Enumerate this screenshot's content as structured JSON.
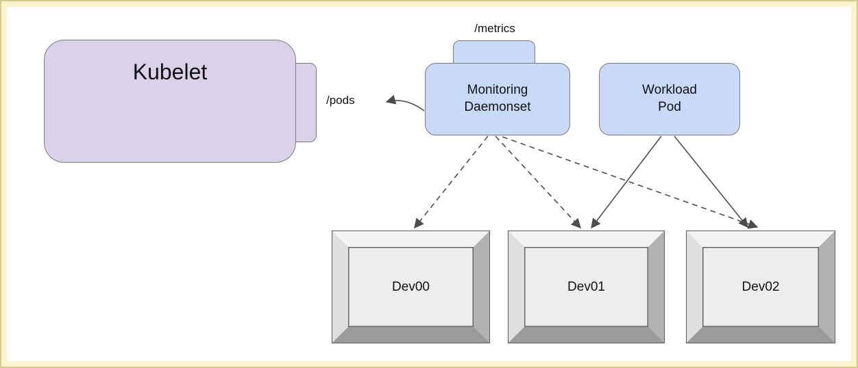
{
  "colors": {
    "frame_fill": "#fcf3cf",
    "frame_border": "#d5c98f",
    "canvas_fill": "#ffffff",
    "kubelet_fill": "#d9d2e9",
    "pod_fill": "#c9daf8",
    "node_border": "#7b7b7b",
    "arrow_color": "#4d4d4d",
    "device_face_fill": "#ededed"
  },
  "nodes": {
    "kubelet": {
      "label": "Kubelet"
    },
    "monitoring_daemonset": {
      "label": "Monitoring\nDaemonset"
    },
    "workload_pod": {
      "label": "Workload\nPod"
    },
    "dev00": {
      "label": "Dev00"
    },
    "dev01": {
      "label": "Dev01"
    },
    "dev02": {
      "label": "Dev02"
    }
  },
  "labels": {
    "metrics_endpoint": "/metrics",
    "pods_endpoint": "/pods"
  },
  "edges": [
    {
      "from": "monitoring_daemonset",
      "to": "kubelet",
      "via_label": "/pods",
      "style": "solid-arrow"
    },
    {
      "from": "monitoring_daemonset",
      "to": "dev00",
      "style": "dashed-arrow"
    },
    {
      "from": "monitoring_daemonset",
      "to": "dev01",
      "style": "dashed-arrow"
    },
    {
      "from": "monitoring_daemonset",
      "to": "dev02",
      "style": "dashed-arrow"
    },
    {
      "from": "workload_pod",
      "to": "dev01",
      "style": "solid-arrow"
    },
    {
      "from": "workload_pod",
      "to": "dev02",
      "style": "solid-arrow"
    }
  ]
}
